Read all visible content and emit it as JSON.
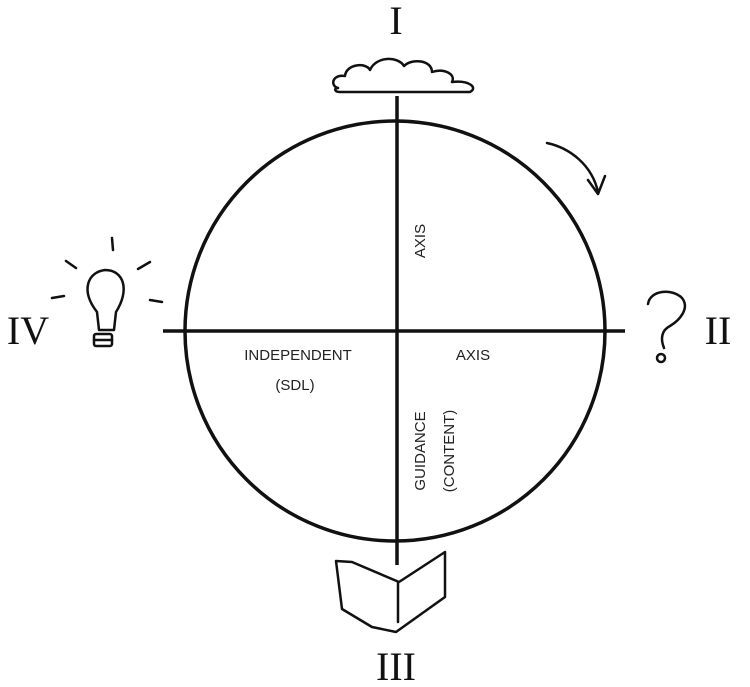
{
  "quadrants": {
    "top": "I",
    "right": "II",
    "bottom": "III",
    "left": "IV"
  },
  "labels": {
    "vertical_axis": "AXIS",
    "horizontal_axis": "AXIS",
    "independent": "INDEPENDENT",
    "independent_sub": "(SDL)",
    "guidance": "GUIDANCE",
    "guidance_sub": "(CONTENT)"
  },
  "icons": [
    "cloud-icon",
    "question-mark-icon",
    "book-icon",
    "lightbulb-icon",
    "curved-arrow-icon"
  ]
}
